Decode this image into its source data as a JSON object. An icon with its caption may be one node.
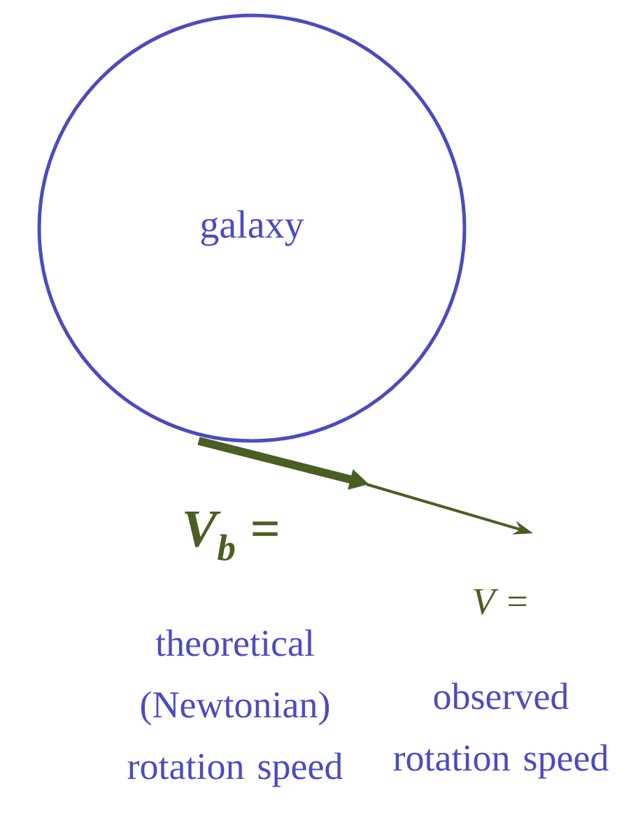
{
  "diagram": {
    "nodes": [
      {
        "text": [
          "galaxy"
        ]
      }
    ],
    "labels": [
      "V$_{b}$ =",
      "theoretical (Newtonian) rotation speed",
      "V =",
      "observed rotation speed"
    ]
  }
}
